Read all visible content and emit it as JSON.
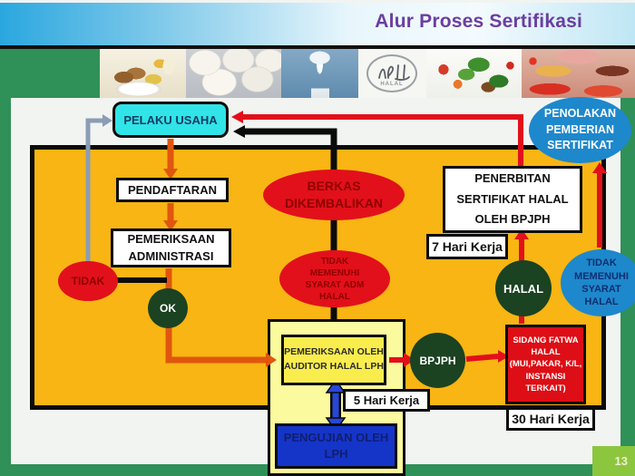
{
  "header": {
    "title": "Alur Proses Sertifikasi"
  },
  "page_number": "13",
  "photos": {
    "items": [
      "bread-and-cheese-photo",
      "eggs-photo",
      "milk-photo",
      "halal-logo-photo",
      "vegetables-photo",
      "market-produce-photo"
    ],
    "halal_logo_text": "HALAL"
  },
  "flowchart": {
    "pelaku_usaha": "PELAKU USAHA",
    "pendaftaran": "PENDAFTARAN",
    "pemeriksaan_administrasi": "PEMERIKSAAN ADMINISTRASI",
    "tidak": "TIDAK",
    "ok": "OK",
    "berkas_dikembalikan": "BERKAS DIKEMBALIKAN",
    "tidak_memenuhi_syarat_adm": "TIDAK MEMENUHI SYARAT ADM HALAL",
    "pemeriksaan_auditor": "PEMERIKSAAN OLEH AUDITOR HALAL LPH",
    "lima_hari_kerja": "5 Hari Kerja",
    "pengujian_lph": "PENGUJIAN OLEH LPH",
    "bpjph": "BPJPH",
    "sidang_fatwa": "SIDANG FATWA HALAL (MUI,PAKAR, K/L, INSTANSI TERKAIT)",
    "tiga_puluh_hari_kerja": "30 Hari Kerja",
    "halal": "HALAL",
    "penerbitan": "PENERBITAN SERTIFIKAT HALAL OLEH BPJPH",
    "tujuh_hari_kerja": "7 Hari Kerja",
    "penolakan": "PENOLAKAN PEMBERIAN SERTIFIKAT",
    "tidak_memenuhi_syarat_halal": "TIDAK MEMENUHI SYARAT HALAL"
  },
  "colors": {
    "orange_background": "#F8B513",
    "red_accent": "#E2101A",
    "green_band": "#2F9158",
    "dark_green_node": "#1B4221",
    "blue_node": "#1E88CC",
    "cyan_node": "#30E4E8",
    "title_purple": "#6B3EA0",
    "page_tab_green": "#8CC63F",
    "pale_panel_yellow": "#FBFA9E",
    "auditor_yellow": "#F9ED4E",
    "pengujian_blue": "#1535C8"
  }
}
